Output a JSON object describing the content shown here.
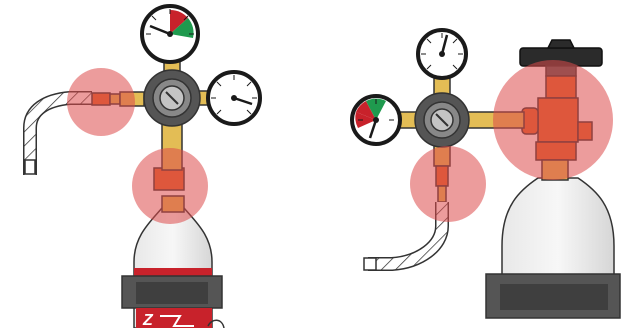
{
  "diagram": {
    "left_setup": {
      "highlight_zones": [
        "hose-connection",
        "cylinder-valve-connection"
      ],
      "gauges": [
        {
          "name": "outlet-pressure-gauge",
          "needle": "pointing-left",
          "zones": [
            "red",
            "green"
          ]
        },
        {
          "name": "cylinder-pressure-gauge",
          "needle": "pointing-right"
        }
      ],
      "cylinder_label_text": "Z"
    },
    "right_setup": {
      "highlight_zones": [
        "hose-connection",
        "cylinder-valve-connection"
      ],
      "gauges": [
        {
          "name": "cylinder-pressure-gauge",
          "needle": "pointing-up"
        },
        {
          "name": "outlet-pressure-gauge",
          "needle": "pointing-down",
          "zones": [
            "red",
            "green"
          ]
        }
      ]
    },
    "colors": {
      "highlight": "#dc4a4a",
      "brass": "#e3bd55",
      "copper_fitting": "#e0662a",
      "cylinder_band": "#c8222b",
      "regulator_body": "#555555",
      "gauge_green": "#1f9a4e",
      "gauge_red": "#c8222b"
    }
  }
}
